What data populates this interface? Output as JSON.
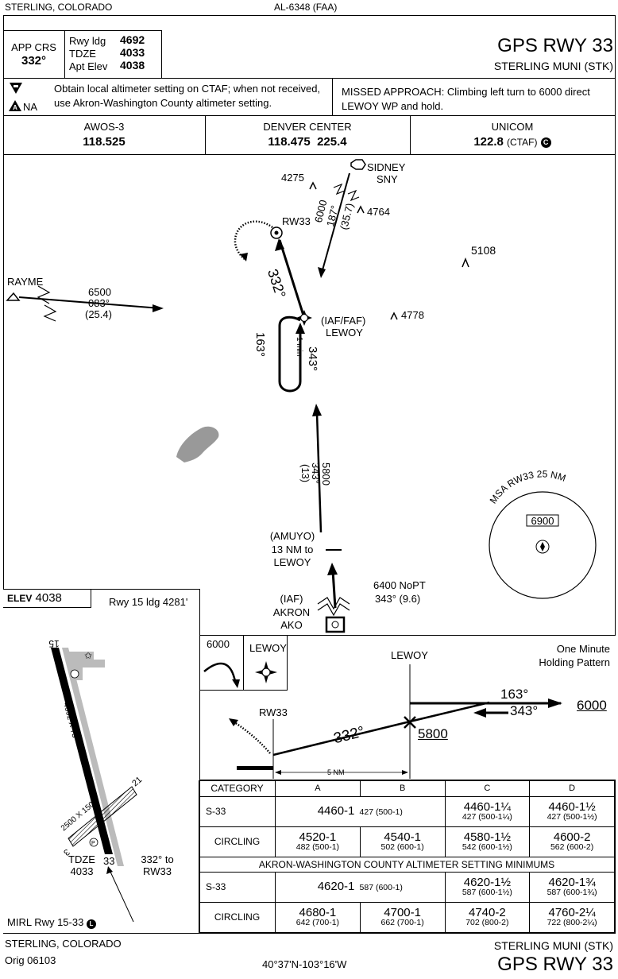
{
  "top": {
    "city": "STERLING, COLORADO",
    "chart_id": "AL-6348 (FAA)"
  },
  "header": {
    "app_crs_label": "APP CRS",
    "app_crs_value": "332°",
    "rwy_ldg_label": "Rwy ldg",
    "rwy_ldg_value": "4692",
    "tdze_label": "TDZE",
    "tdze_value": "4033",
    "apt_elev_label": "Apt Elev",
    "apt_elev_value": "4038",
    "title": "GPS RWY 33",
    "airport": "STERLING MUNI (STK)"
  },
  "notes": {
    "na_label": "NA",
    "altimeter_line1": "Obtain local altimeter setting on CTAF; when not received,",
    "altimeter_line2": "use Akron-Washington County altimeter setting.",
    "missed_line1": "MISSED APPROACH: Climbing left turn to 6000 direct",
    "missed_line2": "LEWOY WP and hold."
  },
  "comms": {
    "awos_label": "AWOS-3",
    "awos_freq": "118.525",
    "center_label": "DENVER CENTER",
    "center_freq": "118.475  225.4",
    "unicom_label": "UNICOM",
    "unicom_freq": "122.8",
    "unicom_ctaf": "(CTAF)",
    "unicom_icon": "C"
  },
  "planview": {
    "sidney_name": "SIDNEY",
    "sidney_id": "SNY",
    "sidney_alt": "6000",
    "sidney_crs": "187°",
    "sidney_dist": "(35.7)",
    "rw33": "RW33",
    "crs_332": "332°",
    "rayme": "RAYME",
    "rayme_alt": "6500",
    "rayme_crs": "083°",
    "rayme_dist": "(25.4)",
    "lewoy_iaf": "(IAF/FAF)",
    "lewoy": "LEWOY",
    "hold_inbound": "163°",
    "hold_outbound": "343°",
    "hold_time": "1 min",
    "obs1": "4275",
    "obs2": "4764",
    "obs3": "5108",
    "obs4": "4778",
    "final_alt": "5800",
    "final_crs": "343°",
    "final_dist": "(13)",
    "amuyo1": "(AMUYO)",
    "amuyo2": "13 NM to",
    "amuyo3": "LEWOY",
    "akron_iaf": "(IAF)",
    "akron": "AKRON",
    "akron_id": "AKO",
    "akron_route1": "6400 NoPT",
    "akron_route2": "343° (9.6)",
    "msa_label": "MSA RW33 25 NM",
    "msa_alt": "6900"
  },
  "airport_diagram": {
    "elev_label": "ELEV",
    "elev_value": "4038",
    "rwy15": "Rwy 15 ldg 4281'",
    "rwy_main": "4692 X 75",
    "rwy_cross": "2500 X 150",
    "rwy_num15": "15",
    "rwy_num33": "33",
    "rwy_num3": "3",
    "tdze_label": "TDZE",
    "tdze_value": "4033",
    "crs_to_rw": "332° to",
    "crs_to_rw2": "RW33",
    "lighting": "MIRL Rwy 15-33",
    "lighting_icon": "L"
  },
  "profile": {
    "missed_alt": "6000",
    "missed_fix": "LEWOY",
    "lewoy": "LEWOY",
    "hold_title1": "One Minute",
    "hold_title2": "Holding Pattern",
    "crs_163": "163°",
    "crs_343": "343°",
    "alt_6000": "6000",
    "rw33": "RW33",
    "crs_332": "332°",
    "alt_5800": "5800",
    "dist": "5 NM"
  },
  "minimums": {
    "headers": [
      "CATEGORY",
      "A",
      "B",
      "C",
      "D"
    ],
    "s33_label": "S-33",
    "s33_ab_main": "4460-1",
    "s33_ab_sub": "427 (500-1)",
    "s33_c_main": "4460-1¼",
    "s33_c_sub": "427 (500-1¼)",
    "s33_d_main": "4460-1½",
    "s33_d_sub": "427 (500-1½)",
    "circ_label": "CIRCLING",
    "circ_a_main": "4520-1",
    "circ_a_sub": "482 (500-1)",
    "circ_b_main": "4540-1",
    "circ_b_sub": "502 (600-1)",
    "circ_c_main": "4580-1½",
    "circ_c_sub": "542 (600-1½)",
    "circ_d_main": "4600-2",
    "circ_d_sub": "562 (600-2)",
    "akron_title": "AKRON-WASHINGTON COUNTY ALTIMETER SETTING MINIMUMS",
    "s33b_ab_main": "4620-1",
    "s33b_ab_sub": "587 (600-1)",
    "s33b_c_main": "4620-1½",
    "s33b_c_sub": "587 (600-1½)",
    "s33b_d_main": "4620-1¾",
    "s33b_d_sub": "587 (600-1¾)",
    "circb_a_main": "4680-1",
    "circb_a_sub": "642 (700-1)",
    "circb_b_main": "4700-1",
    "circb_b_sub": "662 (700-1)",
    "circb_c_main": "4740-2",
    "circb_c_sub": "702 (800-2)",
    "circb_d_main": "4760-2¼",
    "circb_d_sub": "722 (800-2¼)"
  },
  "footer": {
    "city": "STERLING, COLORADO",
    "orig": "Orig 06103",
    "coords": "40°37'N-103°16'W",
    "airport": "STERLING MUNI (STK)",
    "title": "GPS RWY 33"
  }
}
